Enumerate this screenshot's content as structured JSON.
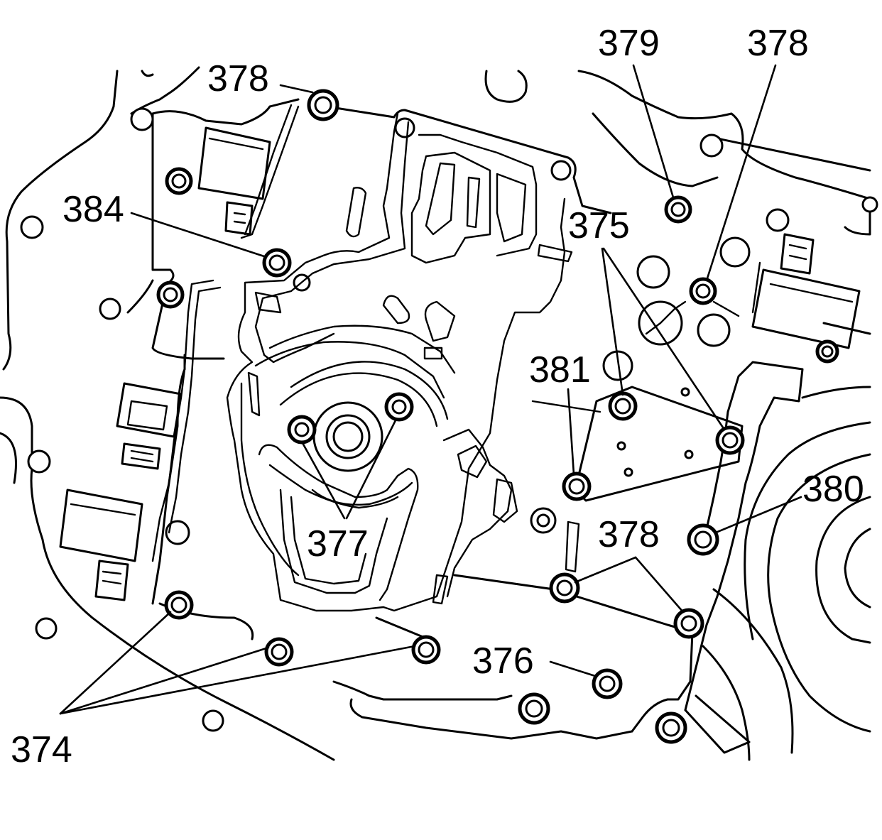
{
  "figure": {
    "callouts": [
      {
        "id": "c378a",
        "text": "378"
      },
      {
        "id": "c379",
        "text": "379"
      },
      {
        "id": "c378b",
        "text": "378"
      },
      {
        "id": "c384",
        "text": "384"
      },
      {
        "id": "c375",
        "text": "375"
      },
      {
        "id": "c381",
        "text": "381"
      },
      {
        "id": "c380",
        "text": "380"
      },
      {
        "id": "c377",
        "text": "377"
      },
      {
        "id": "c378c",
        "text": "378"
      },
      {
        "id": "c376",
        "text": "376"
      },
      {
        "id": "c374",
        "text": "374"
      }
    ]
  }
}
